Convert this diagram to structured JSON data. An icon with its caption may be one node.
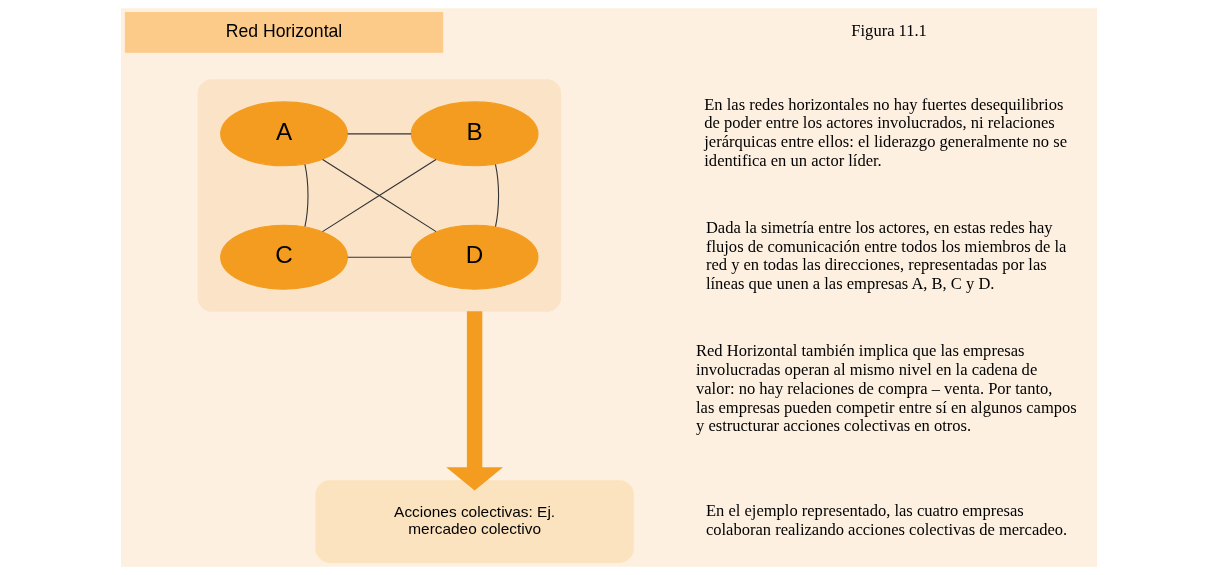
{
  "diagram": {
    "nodes": [
      {
        "text": [
          "Red Horizontal"
        ]
      },
      {
        "text": [],
        "shape": "ellipse"
      },
      {
        "text": [
          "A"
        ],
        "in": 1
      },
      {
        "text": [
          "B"
        ],
        "in": 1
      },
      {
        "text": [
          "C"
        ],
        "in": 1
      },
      {
        "text": [
          "D"
        ],
        "in": 1
      },
      {
        "text": [
          "Acciones colectivas: Ej. mercadeo colectivo"
        ]
      }
    ],
    "edges": [
      {
        "from": 2,
        "to": 3,
        "arrow": "none"
      },
      {
        "from": 2,
        "to": 4,
        "arrow": "none"
      },
      {
        "from": 2,
        "to": 5,
        "arrow": "none"
      },
      {
        "from": 3,
        "to": 4,
        "arrow": "none"
      },
      {
        "from": 3,
        "to": 5,
        "arrow": "none"
      },
      {
        "from": 4,
        "to": 5,
        "arrow": "none"
      },
      {
        "from": 1,
        "to": 6,
        "arrow": "to",
        "style": "thick",
        "color": "#f39c1f"
      }
    ],
    "labels": [
      "Figura 11.1",
      "En las redes horizontales no hay fuertes desequilibrios de poder entre los actores involucrados, ni relaciones jerárquicas entre ellos: el liderazgo generalmente no se identifica en un actor líder.",
      "Dada la simetría entre los actores, en estas redes hay flujos de comunicación entre todos los miembros de la red y en todas las direcciones, representadas por las líneas que unen a las empresas A, B, C y D.",
      "Red Horizontal también implica que las empresas involucradas operan al mismo nivel en la cadena de valor: no hay relaciones de compra – venta. Por tanto, las empresas pueden competir entre sí en algunos campos y estructurar acciones colectivas en otros.",
      "En el ejemplo representado, las cuatro empresas colaboran realizando acciones colectivas de mercadeo."
    ]
  }
}
